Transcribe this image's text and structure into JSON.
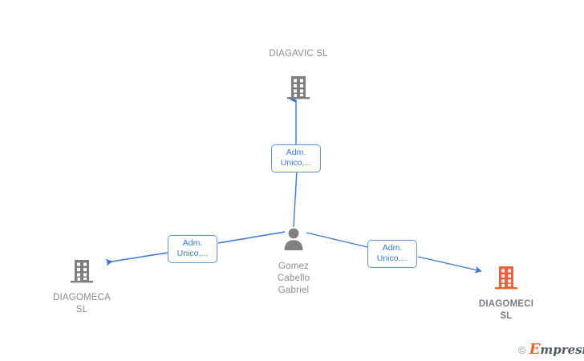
{
  "graph": {
    "nodes": [
      {
        "id": "diagavic",
        "label": "DIAGAVIC  SL",
        "icon": "building-icon",
        "type": "company",
        "color": "#7f7f7f",
        "highlighted": false
      },
      {
        "id": "person",
        "label": "Gomez\nCabello\nGabriel",
        "icon": "person-icon",
        "type": "person",
        "color": "#808080",
        "highlighted": false
      },
      {
        "id": "diagomeca",
        "label": "DIAGOMECA\nSL",
        "icon": "building-icon",
        "type": "company",
        "color": "#7f7f7f",
        "highlighted": false
      },
      {
        "id": "diagomeci",
        "label": "DIAGOMECI\nSL",
        "icon": "building-icon",
        "type": "company",
        "color": "#f4623a",
        "highlighted": true
      }
    ],
    "edges": [
      {
        "id": "edge-top",
        "from": "person",
        "to": "diagavic",
        "label": "Adm.\nUnico,..."
      },
      {
        "id": "edge-left",
        "from": "person",
        "to": "diagomeca",
        "label": "Adm.\nUnico,..."
      },
      {
        "id": "edge-right",
        "from": "person",
        "to": "diagomeci",
        "label": "Adm.\nUnico,..."
      }
    ],
    "edge_color": "#3c78d8",
    "label_border_color": "#5b9bd5",
    "label_text_color": "#3c78c8"
  },
  "watermark": {
    "copyright": "©",
    "brand_initial": "E",
    "brand_rest": "mpresia"
  }
}
